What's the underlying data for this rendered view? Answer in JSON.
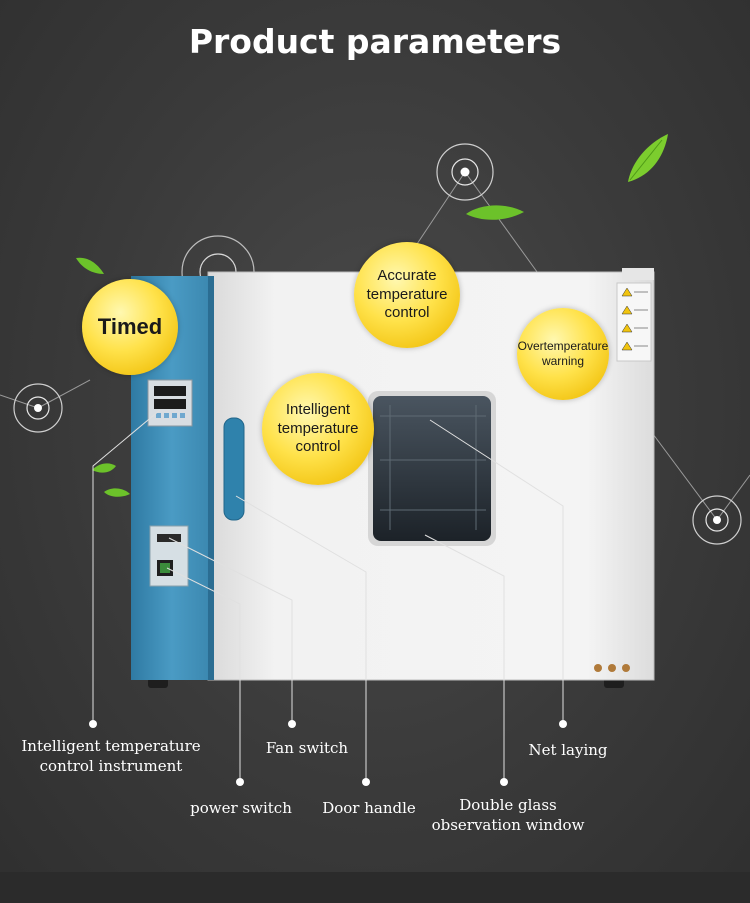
{
  "title": "Product parameters",
  "bubbles": {
    "timed": "Timed",
    "accurate": [
      "Accurate",
      "temperature",
      "control"
    ],
    "overtemp": [
      "Overtemperature",
      "warning"
    ],
    "intelligent": [
      "Intelligent",
      "temperature",
      "control"
    ]
  },
  "labels": {
    "control_instrument": [
      "Intelligent temperature",
      "control instrument"
    ],
    "fan_switch": "Fan switch",
    "net_laying": "Net laying",
    "power_switch": "power switch",
    "door_handle": "Door handle",
    "double_glass": [
      "Double glass",
      "observation window"
    ]
  },
  "colors": {
    "background": "#3a3a3a",
    "bubble_yellow": "#ffe24a",
    "panel_blue": "#3f8db7",
    "cabinet_white": "#efefef",
    "leaf_green": "#6cc22a"
  },
  "icons": [
    "target-ring-icon",
    "leaf-icon",
    "warning-sticker-icon"
  ]
}
